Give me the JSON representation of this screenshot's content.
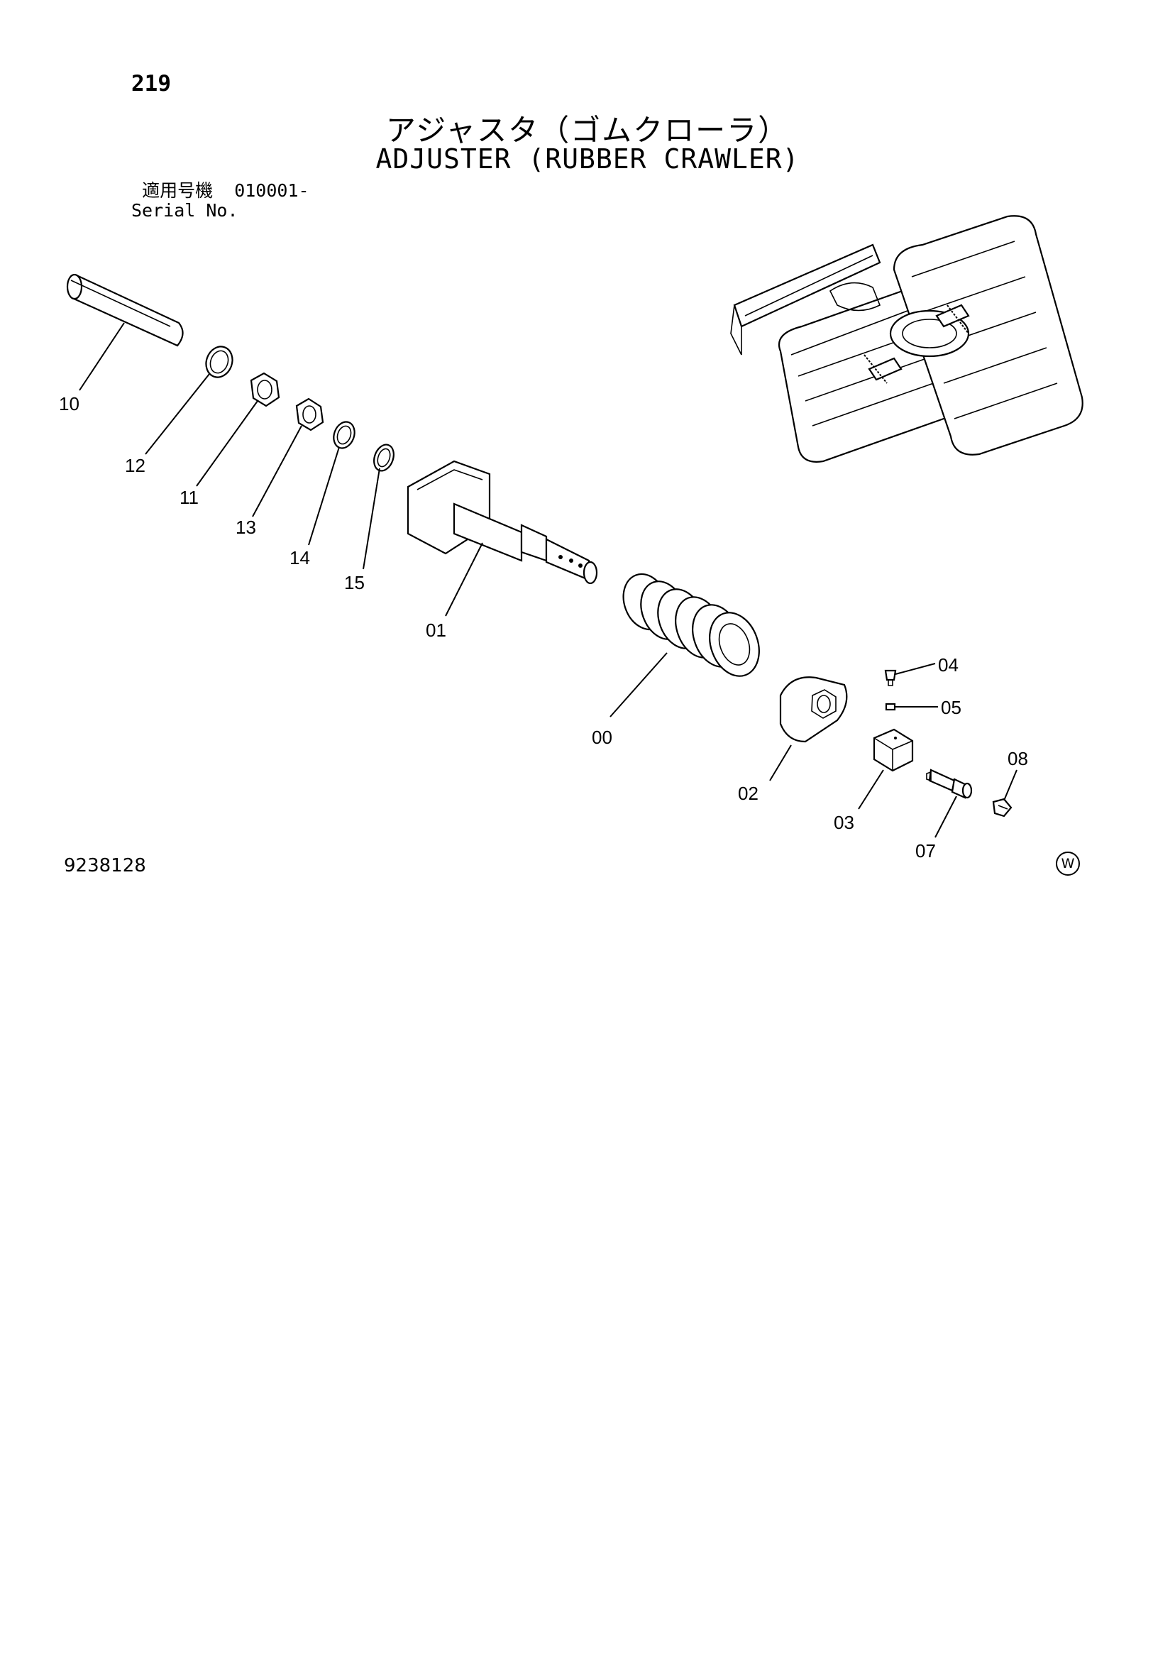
{
  "page": {
    "number": "219",
    "title_jp": "アジャスタ（ゴムクローラ）",
    "title_en": "ADJUSTER (RUBBER CRAWLER)",
    "serial_label_jp": "適用号機",
    "serial_value": "010001-",
    "serial_label_en": "Serial No.",
    "drawing_number": "9238128",
    "corner_mark": "W"
  },
  "callouts": {
    "c10": "10",
    "c12": "12",
    "c11": "11",
    "c13": "13",
    "c14": "14",
    "c15": "15",
    "c01": "01",
    "c00": "00",
    "c02": "02",
    "c03": "03",
    "c04": "04",
    "c05": "05",
    "c07": "07",
    "c08": "08"
  }
}
